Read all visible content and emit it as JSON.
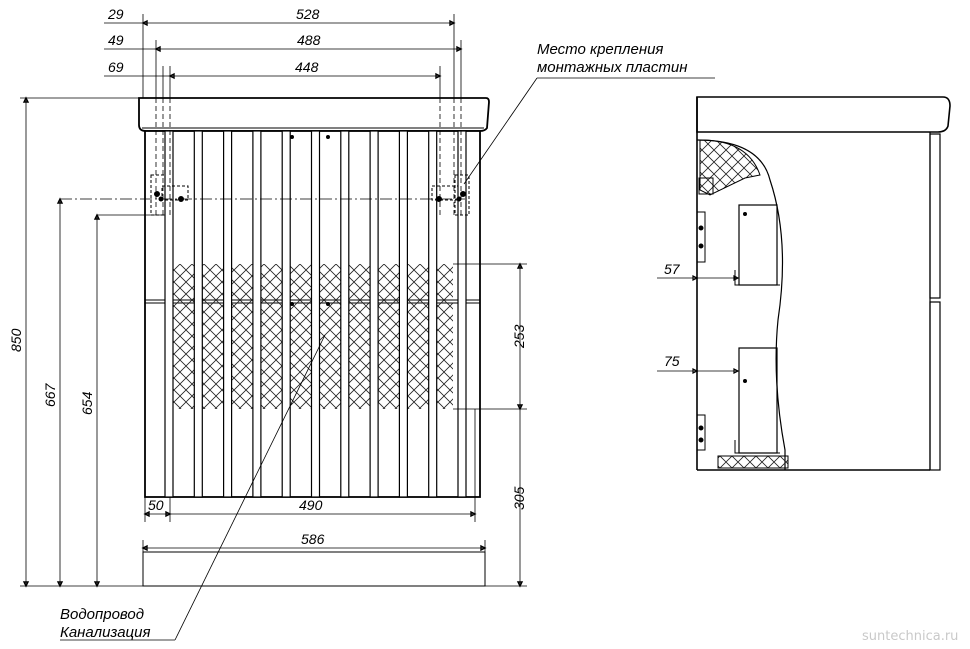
{
  "front_view": {
    "top_dimensions": [
      "29",
      "528",
      "49",
      "488",
      "69",
      "448"
    ],
    "bottom_dimensions": [
      "50",
      "490",
      "586"
    ],
    "left_dimensions": [
      "850",
      "667",
      "654"
    ],
    "right_dimensions": [
      "253",
      "305"
    ]
  },
  "side_view": {
    "dimensions": [
      "57",
      "75"
    ]
  },
  "notes": {
    "mounting_line1": "Место крепления",
    "mounting_line2": "монтажных пластин",
    "pipes_line1": "Водопровод",
    "pipes_line2": "Канализация"
  },
  "watermark": "suntechnica.ru"
}
